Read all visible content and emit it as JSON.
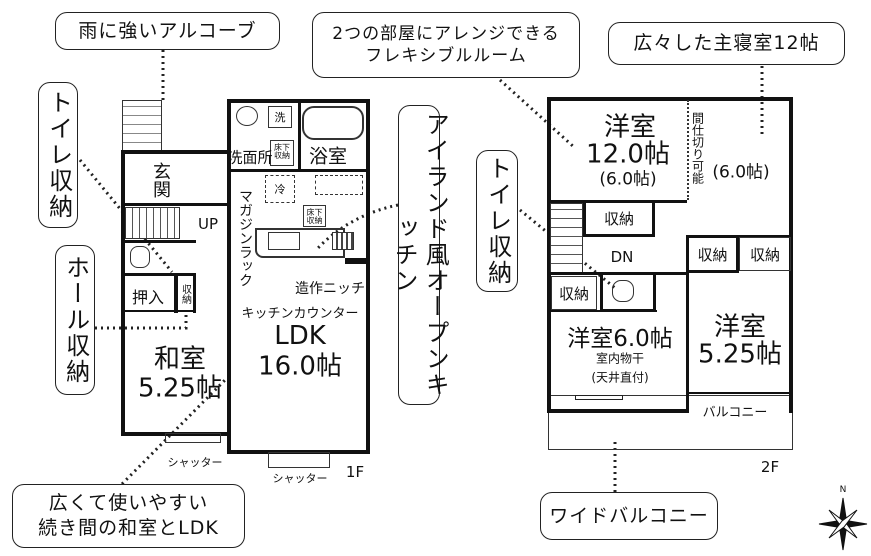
{
  "callouts": {
    "alcove": "雨に強いアルコーブ",
    "toilet_storage_1f": "トイレ収納",
    "hall_storage": "ホール収納",
    "continuous_rooms_line1": "広くて使いやすい",
    "continuous_rooms_line2": "続き間の和室とLDK",
    "island_kitchen": "アイランド風オープンキッチン",
    "flexible_line1": "2つの部屋にアレンジできる",
    "flexible_line2": "フレキシブルルーム",
    "master_bedroom": "広々した主寝室12帖",
    "toilet_storage_2f": "トイレ収納",
    "wide_balcony": "ワイドバルコニー"
  },
  "floor1": {
    "label": "1F",
    "washroom": "洗面所",
    "bathroom": "浴室",
    "underfloor_storage": "床下収納",
    "laundry": "洗",
    "fridge": "冷",
    "entrance": "玄関",
    "up": "UP",
    "magazine_rack": "マガジンラック",
    "niche": "造作ニッチ",
    "kitchen_counter": "キッチンカウンター",
    "ldk": "LDK",
    "ldk_size": "16.0帖",
    "closet": "押入",
    "storage": "収納",
    "japanese_room": "和室",
    "japanese_room_size": "5.25帖",
    "shutter": "シャッター"
  },
  "floor2": {
    "label": "2F",
    "western_room": "洋室",
    "room1_size": "12.0帖",
    "half_size": "(6.0帖)",
    "partition": "間仕切り可能",
    "storage": "収納",
    "dn": "DN",
    "room2": "洋室6.0帖",
    "indoor_drying": "室内物干",
    "ceiling_mount": "(天井直付)",
    "room3_size": "5.25帖",
    "balcony": "バルコニー"
  },
  "compass": {
    "north": "N"
  }
}
